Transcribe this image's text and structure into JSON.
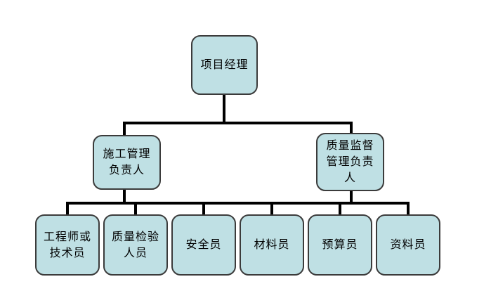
{
  "org_chart": {
    "root": {
      "label": "项目经理"
    },
    "level2": [
      {
        "label": "施工管理\n负责人"
      },
      {
        "label": "质量监督\n管理负责\n人"
      }
    ],
    "level3": [
      {
        "label": "工程师或\n技术员"
      },
      {
        "label": "质量检验\n人员"
      },
      {
        "label": "安全员"
      },
      {
        "label": "材料员"
      },
      {
        "label": "预算员"
      },
      {
        "label": "资料员"
      }
    ]
  },
  "colors": {
    "box_fill": "#bfe0e4",
    "box_border": "#3b3b3b",
    "connector": "#000000",
    "background": "#ffffff"
  }
}
